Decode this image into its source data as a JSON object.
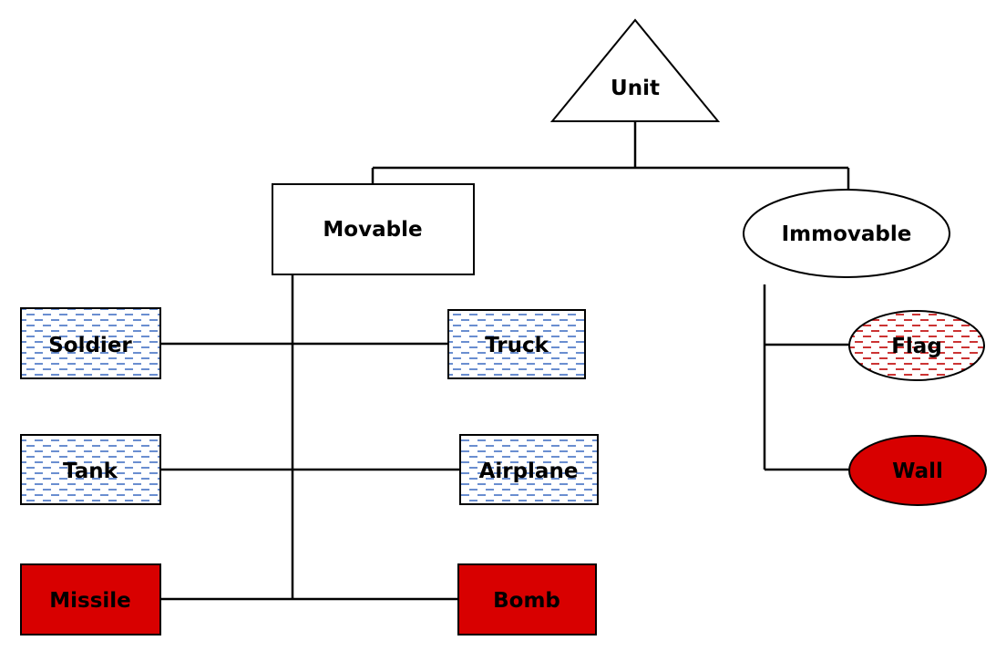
{
  "colors": {
    "background": "#ffffff",
    "line": "#000000",
    "dash_blue": "#4472c4",
    "dash_red": "#c00000",
    "solid_red": "#d80000"
  },
  "nodes": {
    "unit": {
      "label": "Unit",
      "shape": "triangle",
      "fill": "white"
    },
    "movable": {
      "label": "Movable",
      "shape": "rectangle",
      "fill": "white"
    },
    "immovable": {
      "label": "Immovable",
      "shape": "ellipse",
      "fill": "white"
    },
    "soldier": {
      "label": "Soldier",
      "shape": "rectangle",
      "fill": "blue-dashed"
    },
    "truck": {
      "label": "Truck",
      "shape": "rectangle",
      "fill": "blue-dashed"
    },
    "tank": {
      "label": "Tank",
      "shape": "rectangle",
      "fill": "blue-dashed"
    },
    "airplane": {
      "label": "Airplane",
      "shape": "rectangle",
      "fill": "blue-dashed"
    },
    "missile": {
      "label": "Missile",
      "shape": "rectangle",
      "fill": "solid-red"
    },
    "bomb": {
      "label": "Bomb",
      "shape": "rectangle",
      "fill": "solid-red"
    },
    "flag": {
      "label": "Flag",
      "shape": "ellipse",
      "fill": "red-dashed"
    },
    "wall": {
      "label": "Wall",
      "shape": "ellipse",
      "fill": "solid-red"
    }
  },
  "edges": [
    [
      "unit",
      "movable"
    ],
    [
      "unit",
      "immovable"
    ],
    [
      "movable",
      "soldier"
    ],
    [
      "movable",
      "truck"
    ],
    [
      "movable",
      "tank"
    ],
    [
      "movable",
      "airplane"
    ],
    [
      "movable",
      "missile"
    ],
    [
      "movable",
      "bomb"
    ],
    [
      "immovable",
      "flag"
    ],
    [
      "immovable",
      "wall"
    ]
  ]
}
